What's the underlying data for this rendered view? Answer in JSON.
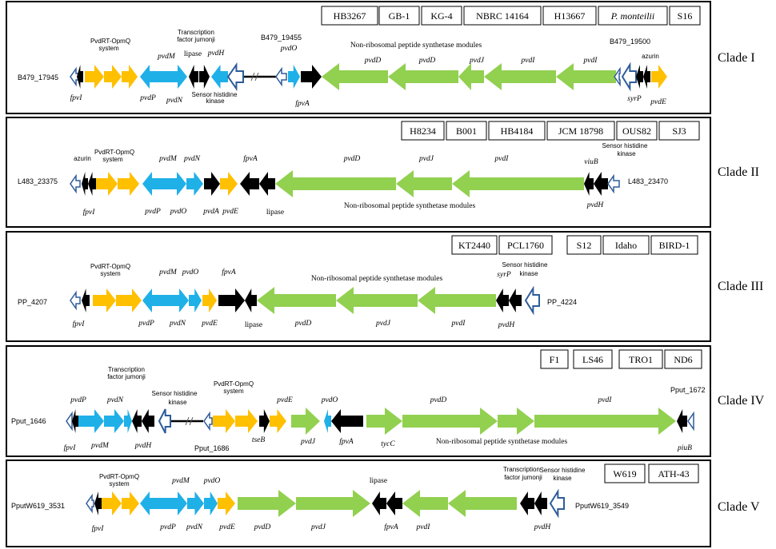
{
  "colors": {
    "green": "#92d050",
    "blue": "#1fb0e8",
    "orange": "#ffc000",
    "black": "#000000",
    "outline": "#2e5c9a"
  },
  "clades": [
    {
      "label": "Clade I",
      "strains": [
        "HB3267",
        "GB-1",
        "KG-4",
        "NBRC 14164",
        "H13667",
        "P. monteilii",
        "S16"
      ],
      "loci": [
        "B479_17945",
        "B479_19455",
        "B479_19500"
      ],
      "gene_labels": [
        "pvdD",
        "pvdD",
        "pvdJ",
        "pvdI",
        "pvdI",
        "pvdM",
        "pvdH",
        "pvdO",
        "fpvI",
        "pvdP",
        "pvdN",
        "fpvA",
        "syrP",
        "pvdE"
      ],
      "notes": [
        "PvdRT-OpmQ",
        "system",
        "Transcription",
        "factor jumonji",
        "lipase",
        "Sensor histidine",
        "kinase",
        "azurin"
      ],
      "module_text": "Non-ribosomal peptide synthetase modules"
    },
    {
      "label": "Clade II",
      "strains": [
        "H8234",
        "B001",
        "HB4184",
        "JCM 18798",
        "OUS82",
        "SJ3"
      ],
      "loci": [
        "L483_23375",
        "L483_23470"
      ],
      "gene_labels": [
        "pvdM",
        "pvdN",
        "fpvA",
        "pvdD",
        "pvdJ",
        "pvdI",
        "viuB",
        "fpvI",
        "pvdP",
        "pvdO",
        "pvdA",
        "pvdE",
        "pvdH"
      ],
      "notes": [
        "azurin",
        "PvdRT-OpmQ",
        "system",
        "Sensor histidine",
        "kinase",
        "lipase"
      ],
      "module_text": "Non-ribosomal peptide synthetase modules"
    },
    {
      "label": "Clade III",
      "strains": [
        "KT2440",
        "PCL1760",
        "S12",
        "Idaho",
        "BIRD-1"
      ],
      "loci": [
        "PP_4207",
        "PP_4224"
      ],
      "gene_labels": [
        "pvdM",
        "pvdO",
        "fpvA",
        "syrP",
        "fpvI",
        "pvdP",
        "pvdN",
        "pvdE",
        "pvdD",
        "pvdJ",
        "pvdI",
        "pvdH"
      ],
      "notes": [
        "PvdRT-OpmQ",
        "system",
        "Sensor histidine",
        "kinase",
        "lipase"
      ],
      "module_text": "Non-ribosomal peptide synthetase modules"
    },
    {
      "label": "Clade IV",
      "strains": [
        "F1",
        "LS46",
        "TRO1",
        "ND6"
      ],
      "loci": [
        "Pput_1646",
        "Pput_1686",
        "Pput_1672"
      ],
      "gene_labels": [
        "pvdP",
        "pvdN",
        "pvdE",
        "pvdO",
        "pvdD",
        "pvdI",
        "fpvI",
        "pvdM",
        "pvdH",
        "tseB",
        "pvdJ",
        "fpvA",
        "tycC",
        "piuB"
      ],
      "notes": [
        "Transcription",
        "factor jumonji",
        "Sensor histidine",
        "kinase",
        "PvdRT-OpmQ",
        "system"
      ],
      "module_text": "Non-ribosomal peptide synthetase modules"
    },
    {
      "label": "Clade V",
      "strains": [
        "W619",
        "ATH-43"
      ],
      "loci": [
        "PputW619_3531",
        "PputW619_3549"
      ],
      "gene_labels": [
        "pvdM",
        "pvdO",
        "fpvI",
        "pvdP",
        "pvdN",
        "pvdE",
        "pvdD",
        "pvdJ",
        "fpvA",
        "pvdI",
        "pvdH"
      ],
      "notes": [
        "PvdRT-OpmQ",
        "system",
        "lipase",
        "Transcription",
        "factor jumonji",
        "Sensor histidine",
        "kinase"
      ],
      "module_text": ""
    }
  ]
}
